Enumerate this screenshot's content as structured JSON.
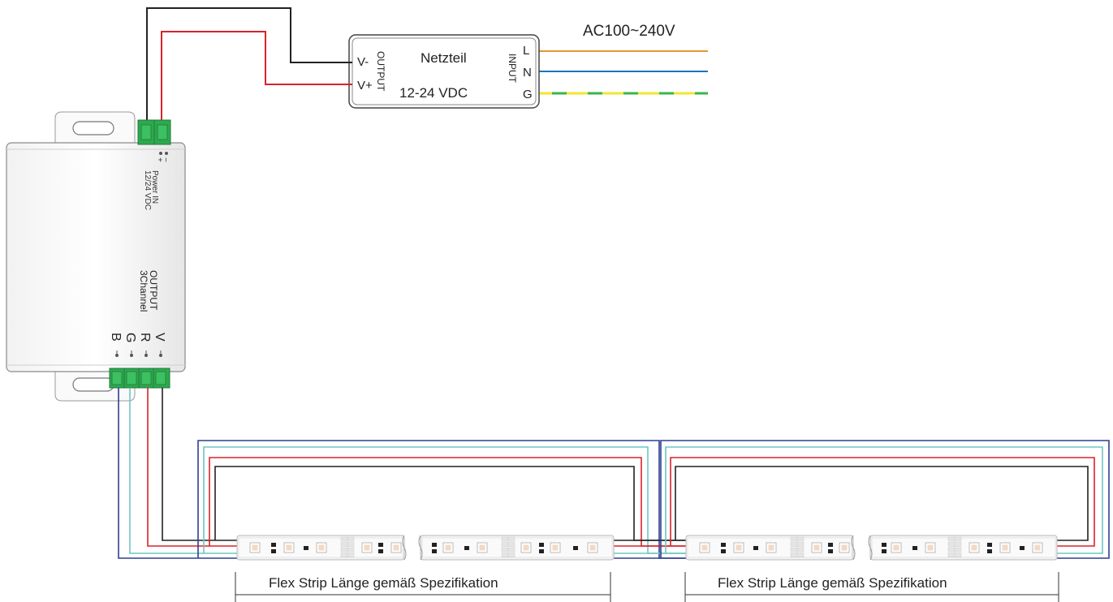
{
  "ac_label": "AC100~240V",
  "psu": {
    "title": "Netzteil",
    "voltage": "12-24 VDC",
    "output_label": "OUTPUT",
    "input_label": "INPUT",
    "v_minus": "V-",
    "v_plus": "V+",
    "pin_l": "L",
    "pin_n": "N",
    "pin_g": "G"
  },
  "controller": {
    "power_in": "Power IN",
    "power_in_voltage": "12/24 VDC",
    "output_label": "OUTPUT",
    "channel_label": "3Channel",
    "pins": [
      "B",
      "G",
      "R",
      "V"
    ],
    "power_pins": [
      "+",
      "−"
    ]
  },
  "strip_labels": [
    "Flex Strip Länge gemäß Spezifikation",
    "Flex Strip Länge gemäß Spezifikation"
  ],
  "colors": {
    "black": "#222222",
    "red": "#d9232a",
    "teal": "#6fc5c4",
    "navy": "#2f3f8f",
    "orange": "#e8962e",
    "blue": "#1b75bc",
    "yellow": "#f2e631",
    "green": "#39b54a",
    "terminal_green": "#2fa84f"
  }
}
